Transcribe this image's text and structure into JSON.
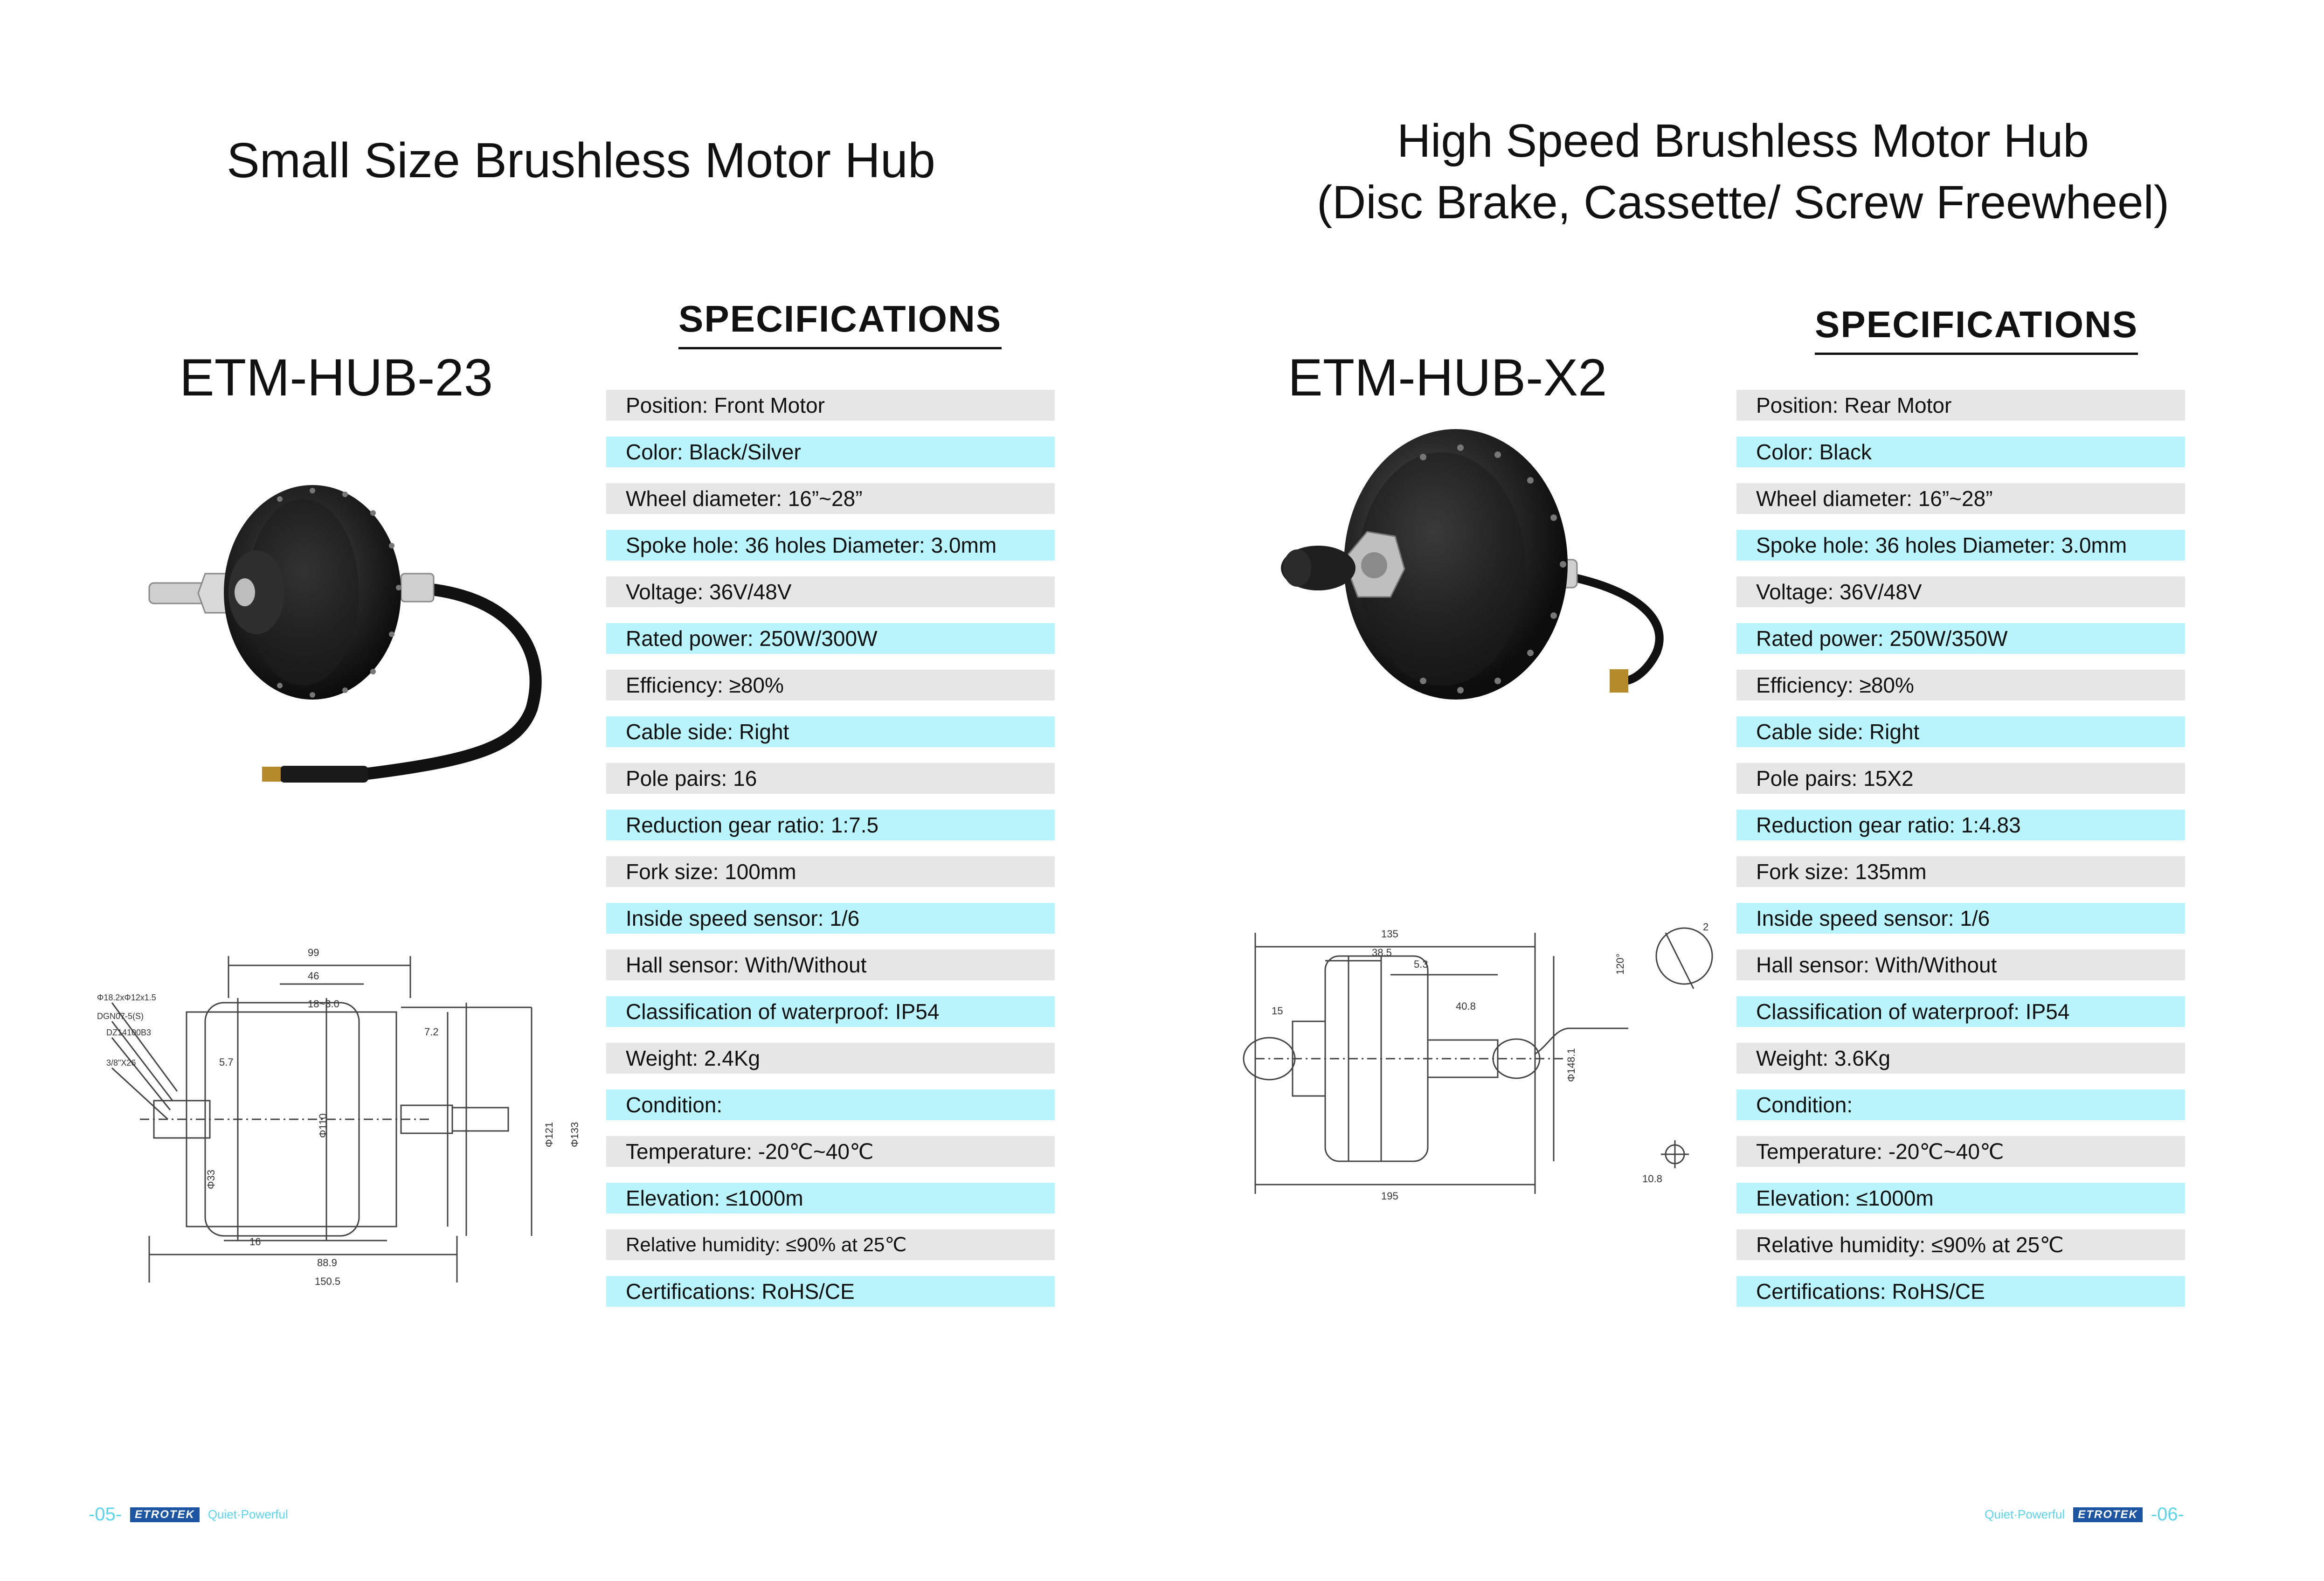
{
  "left_page": {
    "title": "Small Size Brushless Motor Hub",
    "model": "ETM-HUB-23",
    "spec_heading": "SPECIFICATIONS",
    "specs": [
      "Position: Front Motor",
      "Color: Black/Silver",
      "Wheel diameter: 16”~28”",
      "Spoke hole: 36 holes Diameter: 3.0mm",
      "Voltage: 36V/48V",
      "Rated power: 250W/300W",
      "Efficiency: ≥80%",
      "Cable side: Right",
      "Pole pairs: 16",
      "Reduction gear ratio: 1:7.5",
      "Fork size: 100mm",
      "Inside speed sensor: 1/6",
      "Hall sensor: With/Without",
      "Classification of waterproof: IP54",
      "Weight: 2.4Kg",
      "Condition:",
      "Temperature: -20℃~40℃",
      "Elevation: ≤1000m",
      "Relative humidity: ≤90% at 25℃",
      "Certifications: RoHS/CE"
    ],
    "drawing_labels": {
      "d99": "99",
      "d46": "46",
      "d18": "18~3.0",
      "d57": "5.7",
      "d72": "7.2",
      "d110": "Φ110",
      "d121": "Φ121",
      "d133": "Φ133",
      "d16": "16",
      "d889": "88.9",
      "d1505": "150.5",
      "d33": "Φ33",
      "l1": "Φ18.2xΦ12x1.5",
      "l2": "DGN07-5(S)",
      "l3": "DZ14100B3",
      "l4": "3/8\"X26"
    },
    "footer": {
      "page": "-05-",
      "logo": "ETROTEK",
      "tagline": "Quiet·Powerful"
    }
  },
  "right_page": {
    "title_line1": "High Speed Brushless Motor Hub",
    "title_line2": "(Disc Brake, Cassette/ Screw Freewheel)",
    "model": "ETM-HUB-X2",
    "spec_heading": "SPECIFICATIONS",
    "specs": [
      "Position: Rear Motor",
      "Color: Black",
      "Wheel diameter: 16”~28”",
      "Spoke hole: 36 holes Diameter: 3.0mm",
      "Voltage: 36V/48V",
      "Rated power: 250W/350W",
      "Efficiency: ≥80%",
      "Cable side: Right",
      "Pole pairs: 15X2",
      "Reduction gear ratio: 1:4.83",
      "Fork size: 135mm",
      "Inside speed sensor: 1/6",
      "Hall sensor: With/Without",
      "Classification of waterproof: IP54",
      "Weight: 3.6Kg",
      "Condition:",
      "Temperature: -20℃~40℃",
      "Elevation: ≤1000m",
      "Relative humidity: ≤90% at 25℃",
      "Certifications: RoHS/CE"
    ],
    "drawing_labels": {
      "d135": "135",
      "d385": "38.5",
      "d53": "5.3",
      "d15": "15",
      "d408": "40.8",
      "d195": "195",
      "d1481": "Φ148.1",
      "d120": "120°",
      "d2": "2",
      "d108": "10.8"
    },
    "footer": {
      "tagline": "Quiet·Powerful",
      "logo": "ETROTEK",
      "page": "-06-"
    }
  }
}
